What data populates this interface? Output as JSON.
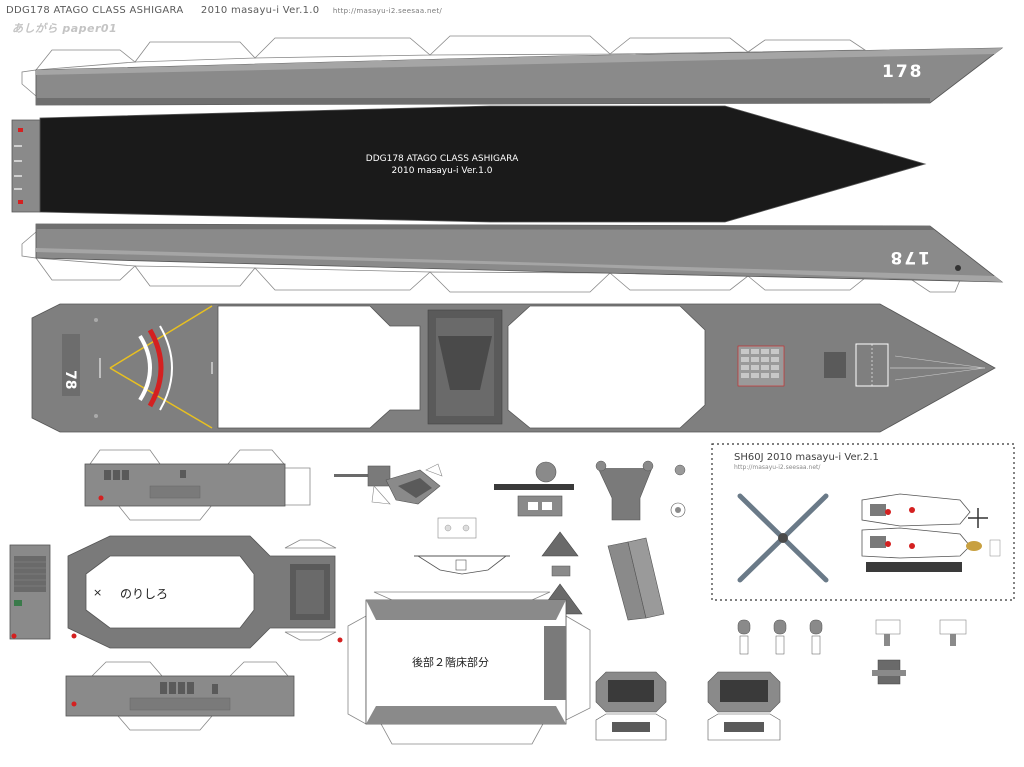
{
  "header": {
    "title": "DDG178 ATAGO CLASS  ASHIGARA",
    "version": "2010 masayu-i Ver.1.0",
    "url": "http://masayu-i2.seesaa.net/",
    "subtitle": "あしがら paper01"
  },
  "hull": {
    "bow_number": "178",
    "keel_label_line1": "DDG178 ATAGO CLASS ASHIGARA",
    "keel_label_line2": "2010 masayu-i Ver.1.0",
    "deck_number": "78"
  },
  "parts": {
    "glue_label": "のりしろ",
    "rear_floor_label": "後部２階床部分"
  },
  "helicopter": {
    "title": "SH60J  2010 masayu-i Ver.2.1",
    "url": "http://masayu-i2.seesaa.net/"
  },
  "colors": {
    "hull_gray": "#8a8a8a",
    "deck_gray": "#7f7f7f",
    "keel_black": "#1a1a1a",
    "accent_red": "#d42020",
    "marking_yellow": "#e8c020"
  }
}
